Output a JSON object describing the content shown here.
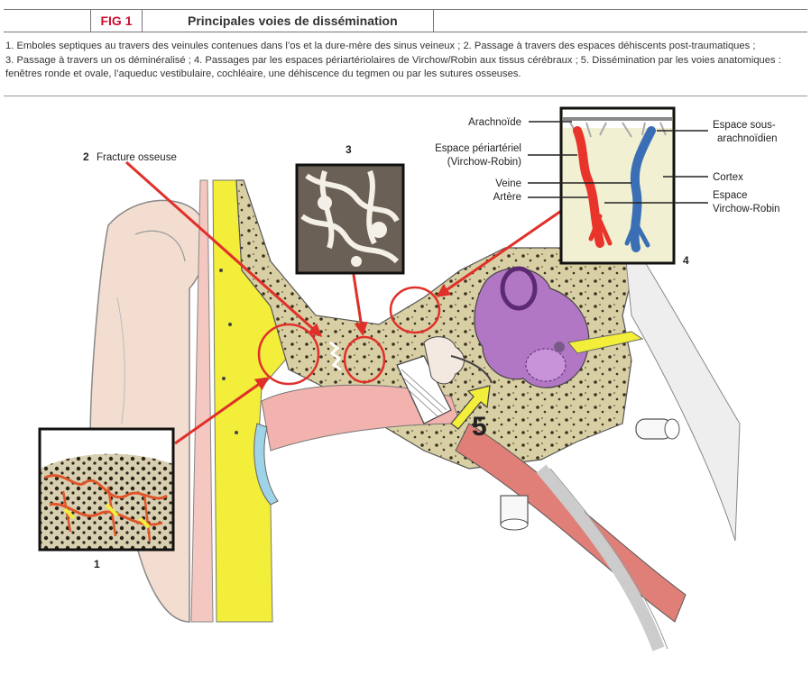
{
  "header": {
    "fig_label": "FIG 1",
    "title": "Principales voies de dissémination"
  },
  "caption": {
    "line1": "1. Emboles septiques au travers des veinules contenues dans l’os et la dure-mère des sinus veineux ; 2. Passage à travers des espaces déhiscents post-traumatiques ;",
    "line2": "3. Passage à travers un os déminéralisé ; 4. Passages par les espaces périartériolaires de Virchow/Robin aux tissus cérébraux ; 5. Dissémination par les voies anatomiques :",
    "line3": "fenêtres ronde et ovale, l’aqueduc vestibulaire, cochléaire, une déhiscence du tegmen ou par les sutures osseuses."
  },
  "figure": {
    "labels": {
      "n1": "1",
      "n2": "2",
      "fracture": "Fracture osseuse",
      "n3": "3",
      "n4": "4",
      "n5": "5",
      "arachnoide": "Arachnoïde",
      "espace_periarteriel_1": "Espace périartériel",
      "espace_periarteriel_2": "(Virchow-Robin)",
      "veine": "Veine",
      "artere": "Artère",
      "espace_sous_1": "Espace sous-",
      "espace_sous_2": "arachnoïdien",
      "cortex": "Cortex",
      "espace_vr_1": "Espace",
      "espace_vr_2": "Virchow-Robin"
    },
    "colors": {
      "accent_red": "#e0302a",
      "bone": "#d9cfa4",
      "dura_yellow": "#f2ee3a",
      "canal_pink": "#f2b3ae",
      "labyrinth_purple": "#b277c4",
      "artery": "#e8342a",
      "vein": "#3a6fb5",
      "cortex": "#f2f0d2"
    }
  }
}
